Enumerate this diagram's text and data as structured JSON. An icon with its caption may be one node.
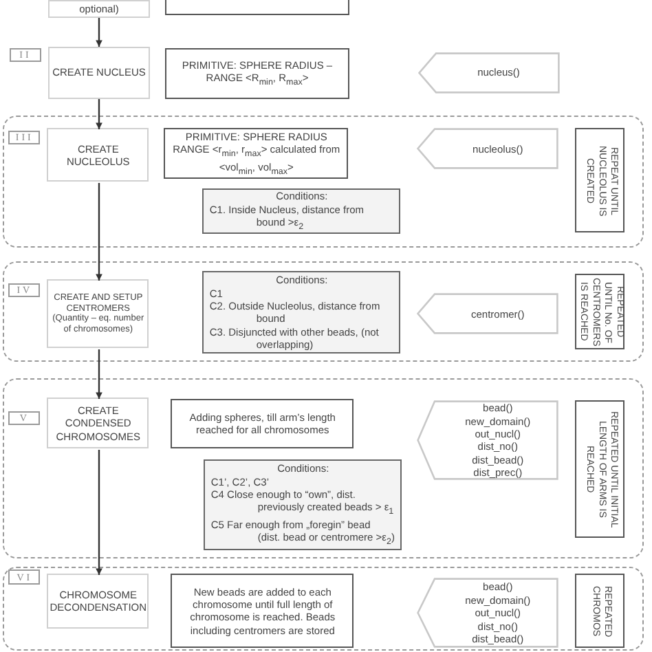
{
  "diagram": {
    "nodes": [
      {
        "text": [
          "optional)"
        ]
      },
      {
        "text": [],
        "shape": "box"
      },
      {
        "text": [
          "II"
        ]
      },
      {
        "text": [
          "CREATE NUCLEUS"
        ]
      },
      {
        "text": [
          "PRIMITIVE: SPHERE RADIUS – RANGE <R$_{min}$, R$_{max}$>"
        ]
      },
      {
        "text": [
          "nucleus()"
        ]
      },
      {
        "text": [],
        "shape": "box"
      },
      {
        "text": [
          "III"
        ],
        "in": 6
      },
      {
        "text": [
          "CREATE NUCLEOLUS"
        ],
        "in": 6
      },
      {
        "text": [
          "PRIMITIVE: SPHERE RADIUS RANGE <r$_{min}$, r$_{max}$> calculated from <vol$_{min}$, vol$_{max}$>"
        ],
        "in": 6
      },
      {
        "text": [
          "nucleolus()"
        ],
        "in": 6
      },
      {
        "text": [
          "REPEAT UNTIL NUCLEOLUS IS CREATED"
        ],
        "in": 6
      },
      {
        "text": [
          "Conditions:",
          "C1. Inside Nucleus, distance from bound >ε$_{2}$"
        ],
        "in": 6
      },
      {
        "text": [],
        "shape": "box"
      },
      {
        "text": [
          "IV"
        ],
        "in": 13
      },
      {
        "text": [
          "CREATE AND SETUP CENTROMERS",
          "(Quantity – eq. number of chromosomes)"
        ],
        "in": 13
      },
      {
        "text": [
          "Conditions:",
          "C1",
          "C2. Outside Nucleolus, distance from bound",
          "C3. Disjuncted with other beads,  (not overlapping)"
        ],
        "in": 13
      },
      {
        "text": [
          "centromer()"
        ],
        "in": 13
      },
      {
        "text": [
          "REPEATED UNTIL No. OF CENTROMERS IS REACHED"
        ],
        "in": 13
      },
      {
        "text": [],
        "shape": "box"
      },
      {
        "text": [
          "V"
        ],
        "in": 19
      },
      {
        "text": [
          "CREATE CONDENSED CHROMOSOMES"
        ],
        "in": 19
      },
      {
        "text": [
          "Adding spheres, till arm’s length reached for all chromosomes"
        ],
        "in": 19
      },
      {
        "text": [
          "bead()",
          "new_domain()",
          "out_nucl()",
          "dist_no()",
          "dist_bead()",
          "dist_prec()"
        ],
        "in": 19
      },
      {
        "text": [
          "REPEATED UNTIL INITIAL LENGTH OF ARMS IS REACHED"
        ],
        "in": 19
      },
      {
        "text": [
          "Conditions:",
          "C1’, C2’, C3’",
          "C4 Close enough to “own”, dist. previously created beads > ε$_{1}$",
          "C5 Far enough from „foregin” bead (dist. bead or centromere >ε$_{2}$)"
        ],
        "in": 19
      },
      {
        "text": [],
        "shape": "box"
      },
      {
        "text": [
          "VI"
        ],
        "in": 26
      },
      {
        "text": [
          "CHROMOSOME DECONDENSATION"
        ],
        "in": 26
      },
      {
        "text": [
          "New beads are added to each chromosome until full length of chromosome is reached. Beads including centromers are stored"
        ],
        "in": 26
      },
      {
        "text": [
          "bead()",
          "new_domain()",
          "out_nucl()",
          "dist_no()",
          "dist_bead()"
        ],
        "in": 26
      },
      {
        "text": [
          "REPEATED CHROMOS"
        ],
        "in": 26
      }
    ],
    "edges": [
      {
        "from": 0,
        "to": 3,
        "arrow": "to"
      },
      {
        "from": 3,
        "to": 8,
        "arrow": "to"
      },
      {
        "from": 8,
        "to": 15,
        "arrow": "to"
      },
      {
        "from": 15,
        "to": 21,
        "arrow": "to"
      },
      {
        "from": 21,
        "to": 28,
        "arrow": "to"
      }
    ]
  }
}
